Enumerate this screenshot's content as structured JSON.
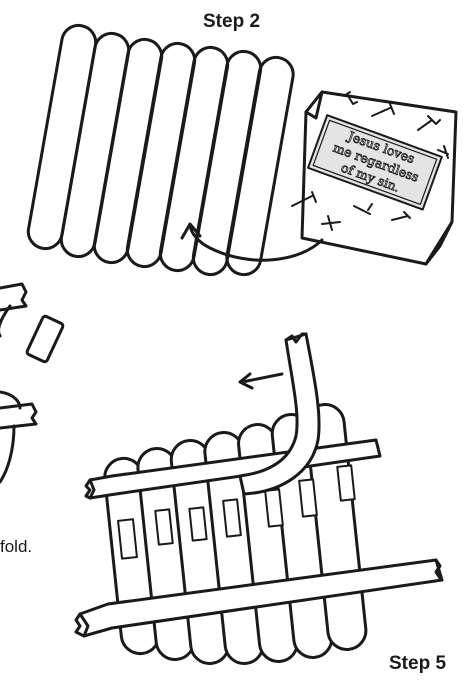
{
  "labels": {
    "step_top": "Step 2",
    "step_bottom": "Step 5",
    "fragment": "fold."
  },
  "card": {
    "line1": "Jesus loves",
    "line2": "me regardless",
    "line3": "of my sin."
  },
  "colors": {
    "ink": "#1a1a1a",
    "paper": "#ffffff",
    "card_fill": "#e4e4e4"
  }
}
